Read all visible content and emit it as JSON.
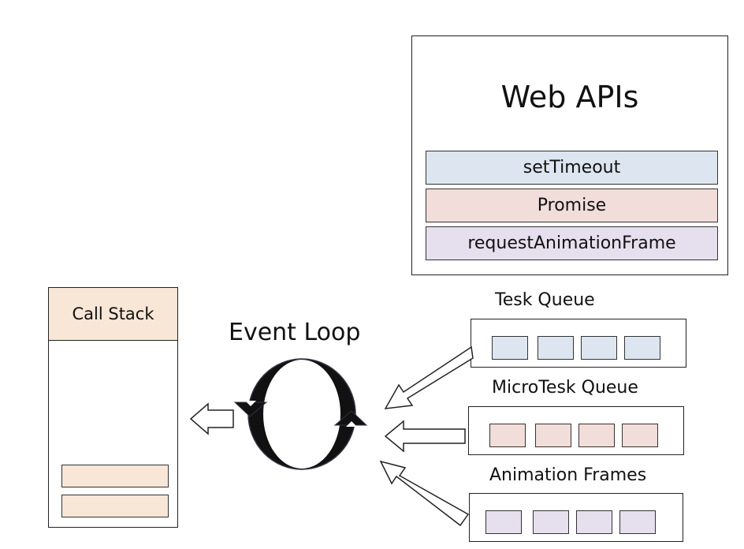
{
  "web_apis": {
    "title": "Web APIs",
    "items": [
      {
        "label": "setTimeout",
        "color": "#dde6f0"
      },
      {
        "label": "Promise",
        "color": "#f1ddd9"
      },
      {
        "label": "requestAnimationFrame",
        "color": "#e6dfee"
      }
    ]
  },
  "call_stack": {
    "title": "Call Stack",
    "header_color": "#f8e6d7",
    "frame_color": "#f8e6d7",
    "frame_count": 2
  },
  "event_loop": {
    "label": "Event Loop"
  },
  "queues": [
    {
      "title": "Tesk Queue",
      "item_color": "#dde6f0",
      "item_count": 4
    },
    {
      "title": "MicroTesk Queue",
      "item_color": "#f1ddd9",
      "item_count": 4
    },
    {
      "title": "Animation Frames",
      "item_color": "#e6dfee",
      "item_count": 4
    }
  ]
}
